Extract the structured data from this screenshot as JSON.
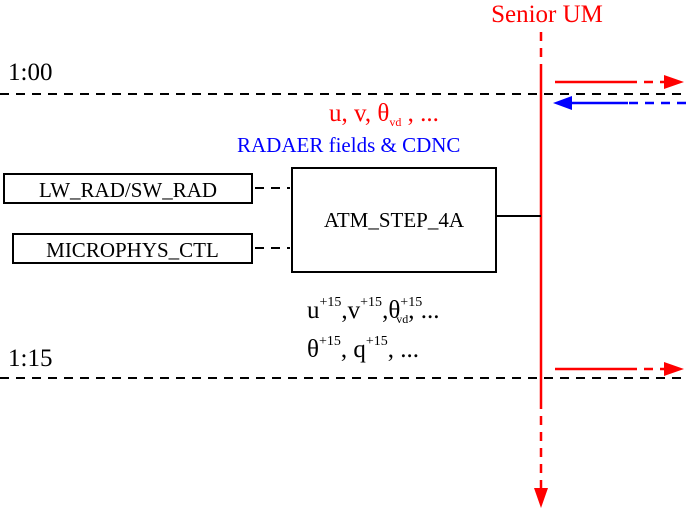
{
  "senior_label": "Senior UM",
  "times": {
    "start": "1:00",
    "end": "1:15"
  },
  "incoming": {
    "prognostic": {
      "u": "u",
      "v": "v",
      "theta": "θ",
      "theta_sub": "vd",
      "ellipsis": "..."
    },
    "radaer": "RADAER fields & CDNC"
  },
  "boxes": {
    "lw_sw": "LW_RAD/SW_RAD",
    "microphys": "MICROPHYS_CTL",
    "atm_step": "ATM_STEP_4A"
  },
  "outgoing": {
    "line1": {
      "u": "u",
      "v": "v",
      "theta": "θ",
      "sup": "+15",
      "theta_sub": "vd",
      "ellipsis": "..."
    },
    "line2": {
      "theta": "θ",
      "q": "q",
      "sup": "+15",
      "ellipsis": "..."
    }
  },
  "colors": {
    "senior": "#ff0000",
    "radaer": "#0000ff",
    "junior": "#000000"
  }
}
